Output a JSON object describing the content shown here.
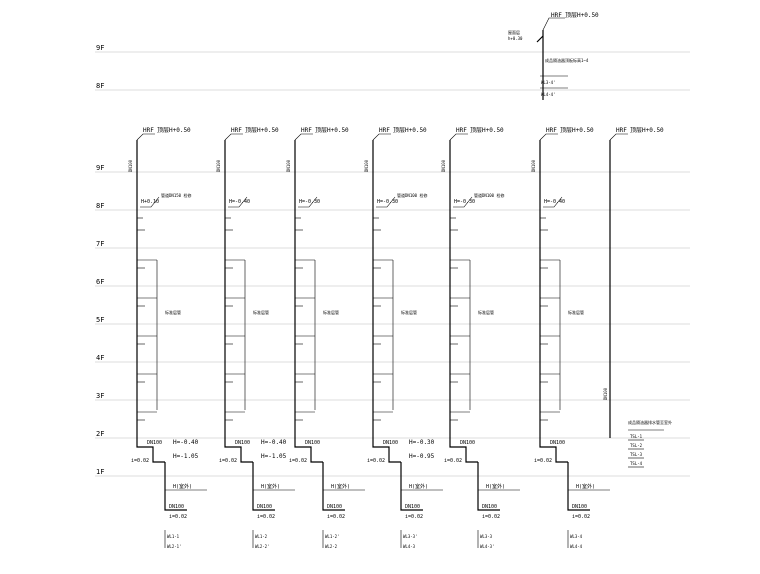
{
  "floors": [
    "9F",
    "8F",
    "7F",
    "6F",
    "5F",
    "4F",
    "3F",
    "2F",
    "1F"
  ],
  "top_floors": [
    "9F",
    "8F"
  ],
  "roof_label": "HRF",
  "roof_note": "顶层H+0.50",
  "top_block": {
    "elev1": "屋面层",
    "elev2": "h+0.30",
    "note": "成品隔油器顶板标高1~4",
    "tag1": "WL3-4'",
    "tag2": "WL4-4'"
  },
  "stacks": [
    {
      "size": "DN100",
      "branch_note": "管道DN150 检修",
      "elev": "H+0.10",
      "floor_note": "标准层管",
      "bottom_size": "DN100",
      "bottom_slope": "i=0.02",
      "h1": "H=-0.40",
      "h2": "H=-1.05",
      "ground": "H(室外)",
      "out_size": "DN100",
      "out_slope": "i=0.02",
      "tag1": "WL1-1",
      "tag2": "WL2-1'"
    },
    {
      "size": "DN100",
      "branch_note": "",
      "elev": "H=-0.40",
      "floor_note": "标准层管",
      "bottom_size": "DN100",
      "bottom_slope": "i=0.02",
      "h1": "H=-0.40",
      "h2": "H=-1.05",
      "ground": "H(室外)",
      "out_size": "DN100",
      "out_slope": "i=0.02",
      "tag1": "WL1-2",
      "tag2": "WL2-2'"
    },
    {
      "size": "DN100",
      "branch_note": "",
      "elev": "H=-0.30",
      "floor_note": "标准层管",
      "bottom_size": "DN100",
      "bottom_slope": "i=0.02",
      "h1": "",
      "h2": "",
      "ground": "H(室外)",
      "out_size": "DN100",
      "out_slope": "i=0.02",
      "tag1": "WL1-2'",
      "tag2": "WL2-2"
    },
    {
      "size": "DN100",
      "branch_note": "管道DN100 检修",
      "elev": "H=-0.30",
      "floor_note": "标准层管",
      "bottom_size": "DN100",
      "bottom_slope": "i=0.02",
      "h1": "H=-0.30",
      "h2": "H=-0.95",
      "ground": "H(室外)",
      "out_size": "DN100",
      "out_slope": "i=0.02",
      "tag1": "WL3-3'",
      "tag2": "WL4-3"
    },
    {
      "size": "DN100",
      "branch_note": "管道DN100 检修",
      "elev": "H=-0.30",
      "floor_note": "标准层管",
      "bottom_size": "DN100",
      "bottom_slope": "i=0.02",
      "h1": "",
      "h2": "",
      "ground": "H(室外)",
      "out_size": "DN100",
      "out_slope": "i=0.02",
      "tag1": "WL3-3",
      "tag2": "WL4-3'"
    },
    {
      "size": "DN100",
      "branch_note": "",
      "elev": "H=-0.40",
      "floor_note": "标准层管",
      "bottom_size": "DN100",
      "bottom_slope": "i=0.02",
      "h1": "",
      "h2": "",
      "ground": "H(室外)",
      "out_size": "DN100",
      "out_slope": "i=0.02",
      "tag1": "WL3-4",
      "tag2": "WL4-4"
    }
  ],
  "last_stack": {
    "size": "DN100",
    "note": "成品隔油器排水管至室外",
    "tags": [
      "TSL-1",
      "TSL-2",
      "TSL-3",
      "TSL-4"
    ]
  }
}
